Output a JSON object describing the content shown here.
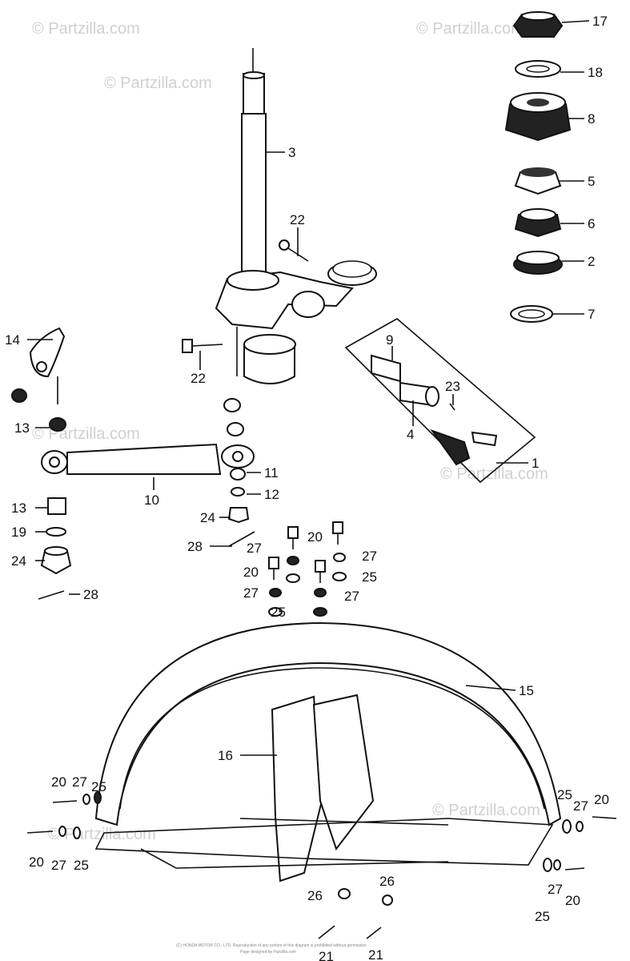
{
  "watermark": "© Partzilla.com",
  "footer": {
    "line1": "(C) HONDA MOTOR CO., LTD. Reproduction of any portion of this diagram is prohibited without permission",
    "line2": "Page designed by Partzilla.com"
  },
  "labels": [
    {
      "id": "l17",
      "text": "17"
    },
    {
      "id": "l18",
      "text": "18"
    },
    {
      "id": "l8",
      "text": "8"
    },
    {
      "id": "l5",
      "text": "5"
    },
    {
      "id": "l6",
      "text": "6"
    },
    {
      "id": "l2",
      "text": "2"
    },
    {
      "id": "l7",
      "text": "7"
    },
    {
      "id": "l3",
      "text": "3"
    },
    {
      "id": "l22a",
      "text": "22"
    },
    {
      "id": "l22b",
      "text": "22"
    },
    {
      "id": "l14",
      "text": "14"
    },
    {
      "id": "l13a",
      "text": "13"
    },
    {
      "id": "l13b",
      "text": "13"
    },
    {
      "id": "l10",
      "text": "10"
    },
    {
      "id": "l11",
      "text": "11"
    },
    {
      "id": "l12",
      "text": "12"
    },
    {
      "id": "l24a",
      "text": "24"
    },
    {
      "id": "l24b",
      "text": "24"
    },
    {
      "id": "l19",
      "text": "19"
    },
    {
      "id": "l28a",
      "text": "28"
    },
    {
      "id": "l28b",
      "text": "28"
    },
    {
      "id": "l9",
      "text": "9"
    },
    {
      "id": "l23",
      "text": "23"
    },
    {
      "id": "l4",
      "text": "4"
    },
    {
      "id": "l1",
      "text": "1"
    },
    {
      "id": "l20a",
      "text": "20"
    },
    {
      "id": "l27a",
      "text": "27"
    },
    {
      "id": "l27b",
      "text": "27"
    },
    {
      "id": "l20b",
      "text": "20"
    },
    {
      "id": "l25a",
      "text": "25"
    },
    {
      "id": "l27c",
      "text": "27"
    },
    {
      "id": "l27d",
      "text": "27"
    },
    {
      "id": "l25b",
      "text": "25"
    },
    {
      "id": "l15",
      "text": "15"
    },
    {
      "id": "l16",
      "text": "16"
    },
    {
      "id": "l20c",
      "text": "20"
    },
    {
      "id": "l27e",
      "text": "27"
    },
    {
      "id": "l25c",
      "text": "25"
    },
    {
      "id": "l20d",
      "text": "20"
    },
    {
      "id": "l27f",
      "text": "27"
    },
    {
      "id": "l25d",
      "text": "25"
    },
    {
      "id": "l25e",
      "text": "25"
    },
    {
      "id": "l27g",
      "text": "27"
    },
    {
      "id": "l20e",
      "text": "20"
    },
    {
      "id": "l26a",
      "text": "26"
    },
    {
      "id": "l26b",
      "text": "26"
    },
    {
      "id": "l21a",
      "text": "21"
    },
    {
      "id": "l21b",
      "text": "21"
    },
    {
      "id": "l27h",
      "text": "27"
    },
    {
      "id": "l20f",
      "text": "20"
    },
    {
      "id": "l25f",
      "text": "25"
    }
  ]
}
